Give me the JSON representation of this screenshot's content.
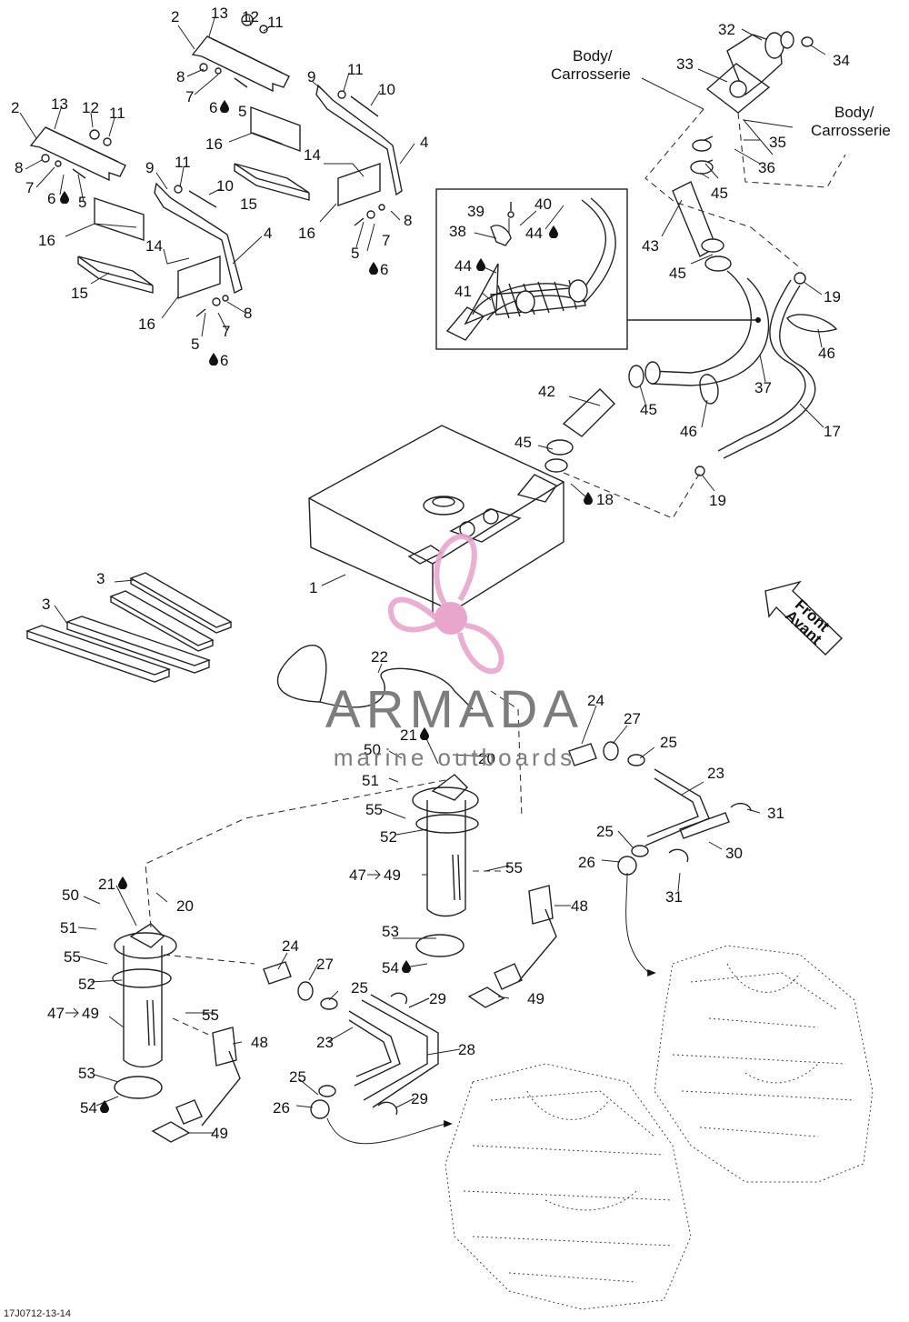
{
  "drawing_id": "17J0712-13-14",
  "labels": {
    "body_1": "Body/",
    "carrosserie_1": "Carrosserie",
    "body_2": "Body/",
    "carrosserie_2": "Carrosserie",
    "front": "Front",
    "avant": "Avant"
  },
  "watermark": {
    "brand": "ARMADA",
    "tagline": "marine outboards",
    "color": "#e8a6cc"
  },
  "callouts": {
    "c2a": "2",
    "c13a": "13",
    "c12a": "12",
    "c11a": "11",
    "c8a": "8",
    "c7a": "7",
    "c6a": "6",
    "c5a": "5",
    "c9a": "9",
    "c11b": "11",
    "c10a": "10",
    "c16a": "16",
    "c14a": "14",
    "c4a": "4",
    "c15a": "15",
    "c16b": "16",
    "c5b": "5",
    "c7b": "7",
    "c8b": "8",
    "c6b": "6",
    "c2b": "2",
    "c13b": "13",
    "c12b": "12",
    "c11c": "11",
    "c8c": "8",
    "c7c": "7",
    "c6c": "6",
    "c5c": "5",
    "c9b": "9",
    "c11d": "11",
    "c10b": "10",
    "c16c": "16",
    "c14b": "14",
    "c4b": "4",
    "c15b": "15",
    "c16d": "16",
    "c8d": "8",
    "c7d": "7",
    "c5d": "5",
    "c6d": "6",
    "c32": "32",
    "c34": "34",
    "c33": "33",
    "c35": "35",
    "c36": "36",
    "c45a": "45",
    "c43": "43",
    "c45b": "45",
    "c19a": "19",
    "c46a": "46",
    "c37": "37",
    "c39": "39",
    "c40": "40",
    "c38": "38",
    "c44a": "44",
    "c44b": "44",
    "c41": "41",
    "c42": "42",
    "c45c": "45",
    "c46b": "46",
    "c17": "17",
    "c45d": "45",
    "c18": "18",
    "c19b": "19",
    "c1": "1",
    "c3a": "3",
    "c3b": "3",
    "c22": "22",
    "c24a": "24",
    "c27a": "27",
    "c25a": "25",
    "c21a": "21",
    "c20a": "20",
    "c50a": "50",
    "c51a": "51",
    "c55a": "55",
    "c52a": "52",
    "c23a": "23",
    "c31a": "31",
    "c25b": "25",
    "c30": "30",
    "c26a": "26",
    "c31b": "31",
    "c47a": "47",
    "c49a": "49",
    "c55b": "55",
    "c48a": "48",
    "c53a": "53",
    "c54a": "54",
    "c29a": "29",
    "c49b": "49",
    "c21b": "21",
    "c20b": "20",
    "c50b": "50",
    "c51b": "51",
    "c55c": "55",
    "c52b": "52",
    "c47b": "47",
    "c49c": "49",
    "c55d": "55",
    "c24b": "24",
    "c27b": "27",
    "c25c": "25",
    "c48b": "48",
    "c23b": "23",
    "c28": "28",
    "c53b": "53",
    "c54b": "54",
    "c25d": "25",
    "c26b": "26",
    "c29b": "29",
    "c49d": "49"
  }
}
